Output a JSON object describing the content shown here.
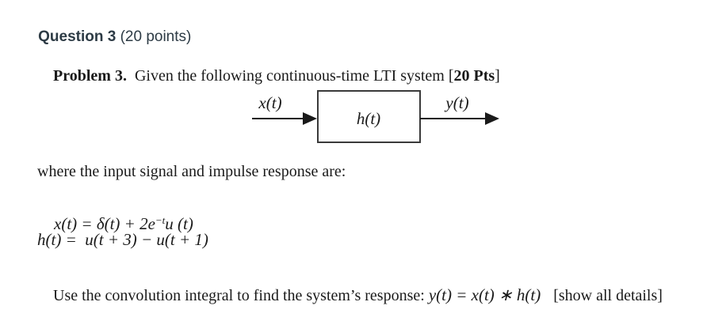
{
  "header": {
    "title": "Question 3",
    "points": " (20 points)"
  },
  "problem": {
    "label": "Problem 3.",
    "text_before": "  Given the following continuous-time LTI system [",
    "pts": "20 Pts",
    "text_after": "]"
  },
  "diagram": {
    "input_label": "x(t)",
    "block_label": "h(t)",
    "output_label": "y(t)"
  },
  "body": {
    "where_line": "where the input signal and impulse response are:",
    "eq_x_pre": "x(t) = δ(t) + 2e",
    "eq_x_sup": "−t",
    "eq_x_post": "u (t)",
    "eq_h": "h(t) =  u(t + 3) − u(t + 1)",
    "final_pre": "Use the convolution integral to find the system’s response: ",
    "final_math": "y(t) = x(t) ∗ h(t)",
    "final_note": "[show all details]"
  },
  "colors": {
    "header_text": "#2d3b45",
    "body_text": "#1a1a1a",
    "diagram_stroke": "#3a3a3a",
    "background": "#ffffff"
  }
}
